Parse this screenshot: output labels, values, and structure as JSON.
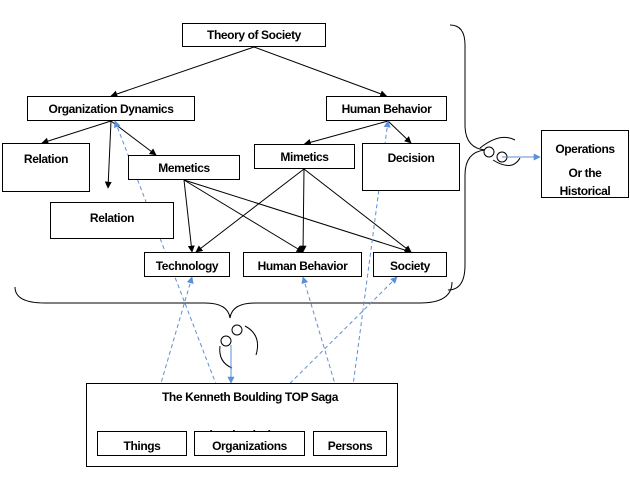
{
  "diagram": {
    "nodes": {
      "theory": "Theory of Society",
      "org_dynamics": "Organization Dynamics",
      "human_behavior_top": "Human Behavior",
      "relation_left": "Relation",
      "memetics": "Memetics",
      "mimetics": "Mimetics",
      "decision": "Decision",
      "relation_mid": "Relation",
      "technology": "Technology",
      "human_behavior_mid": "Human Behavior",
      "society": "Society",
      "operations": "Operations",
      "operations_sub1": "Or the",
      "operations_sub2": "Historical",
      "saga_title": "The Kenneth Boulding TOP Saga",
      "saga_sub": "(on the rise)",
      "things": "Things",
      "organizations": "Organizations",
      "persons": "Persons"
    },
    "edges_solid": [
      [
        "theory",
        "org_dynamics"
      ],
      [
        "theory",
        "human_behavior_top"
      ],
      [
        "org_dynamics",
        "relation_left"
      ],
      [
        "org_dynamics",
        "relation_mid"
      ],
      [
        "org_dynamics",
        "memetics"
      ],
      [
        "human_behavior_top",
        "mimetics"
      ],
      [
        "human_behavior_top",
        "decision"
      ],
      [
        "memetics",
        "technology"
      ],
      [
        "memetics",
        "human_behavior_mid"
      ],
      [
        "memetics",
        "society"
      ],
      [
        "mimetics",
        "technology"
      ],
      [
        "mimetics",
        "human_behavior_mid"
      ],
      [
        "mimetics",
        "society"
      ]
    ],
    "edges_dashed": [
      [
        "org_dynamics",
        "organizations"
      ],
      [
        "technology",
        "things"
      ],
      [
        "human_behavior_mid",
        "persons"
      ],
      [
        "society",
        "organizations"
      ],
      [
        "human_behavior_top",
        "persons"
      ]
    ],
    "colors": {
      "line": "#000000",
      "dashed": "#5b8fd9",
      "box": "#ffffff"
    }
  }
}
